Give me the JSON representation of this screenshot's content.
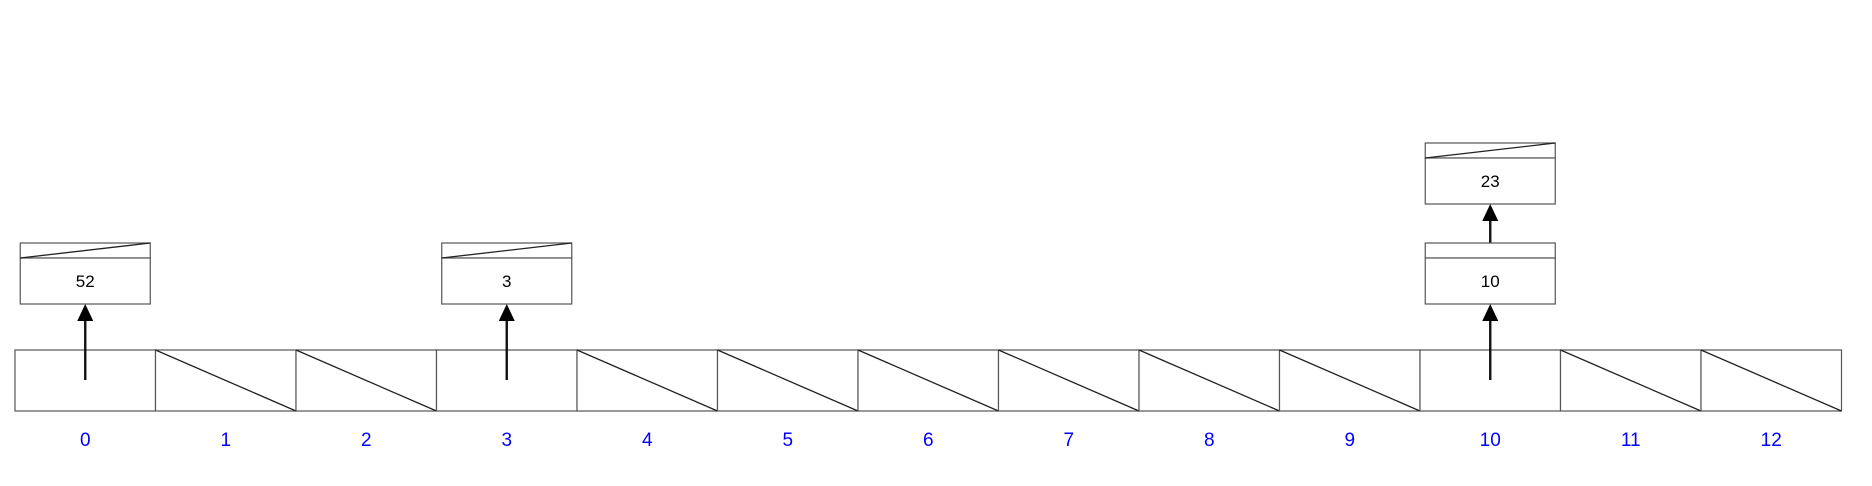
{
  "colors": {
    "index_label": "#0000ff",
    "box_stroke": "#555555",
    "arrow": "#000000"
  },
  "table": {
    "slot_count": 13,
    "indices": [
      "0",
      "1",
      "2",
      "3",
      "4",
      "5",
      "6",
      "7",
      "8",
      "9",
      "10",
      "11",
      "12"
    ]
  },
  "chains": [
    {
      "slot": 0,
      "nodes": [
        "52"
      ]
    },
    {
      "slot": 3,
      "nodes": [
        "3"
      ]
    },
    {
      "slot": 10,
      "nodes": [
        "10",
        "23"
      ]
    }
  ]
}
